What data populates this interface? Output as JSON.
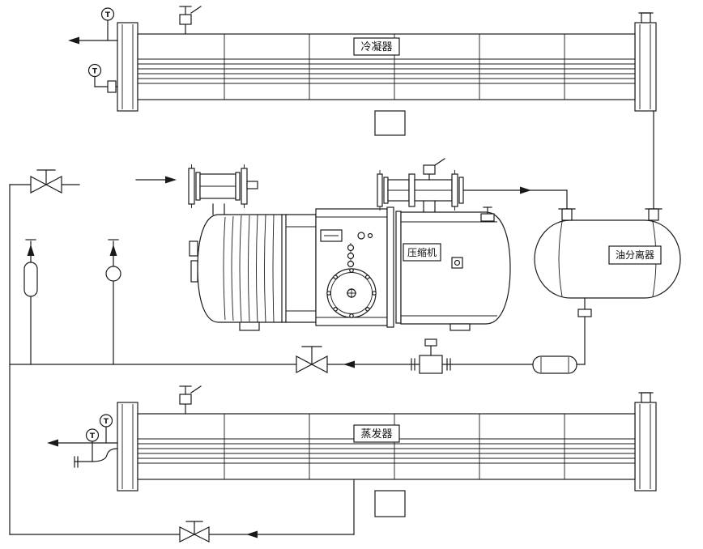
{
  "diagram": {
    "type": "refrigeration-system-schematic",
    "equipment": {
      "condenser": {
        "label": "冷凝器"
      },
      "compressor": {
        "label": "压缩机"
      },
      "oil_separator": {
        "label": "油分离器"
      },
      "evaporator": {
        "label": "蒸发器"
      }
    },
    "sensors": {
      "t_label": "T"
    },
    "colors": {
      "line": "#1a1a1a",
      "background": "#ffffff"
    }
  }
}
